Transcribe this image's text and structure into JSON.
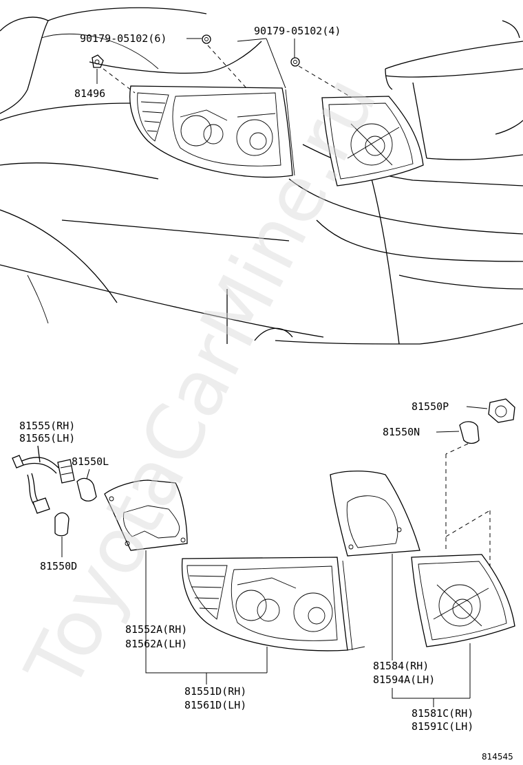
{
  "labels": {
    "bolt_6": "90179-05102(6)",
    "bolt_4": "90179-05102(4)",
    "clip": "81496",
    "socket_rh": "81555(RH)",
    "socket_lh": "81565(LH)",
    "bulb_l": "81550L",
    "bulb_d": "81550D",
    "gasket_rh": "81552A(RH)",
    "gasket_lh": "81562A(LH)",
    "lamp_rh": "81551D(RH)",
    "lamp_lh": "81561D(LH)",
    "bulb_p": "81550P",
    "bulb_n": "81550N",
    "inner_gasket_rh": "81584(RH)",
    "inner_gasket_lh": "81594A(LH)",
    "inner_lamp_rh": "81581C(RH)",
    "inner_lamp_lh": "81591C(LH)"
  },
  "watermark": "ToyotaCarMine.ru",
  "diagram_id": "814545"
}
